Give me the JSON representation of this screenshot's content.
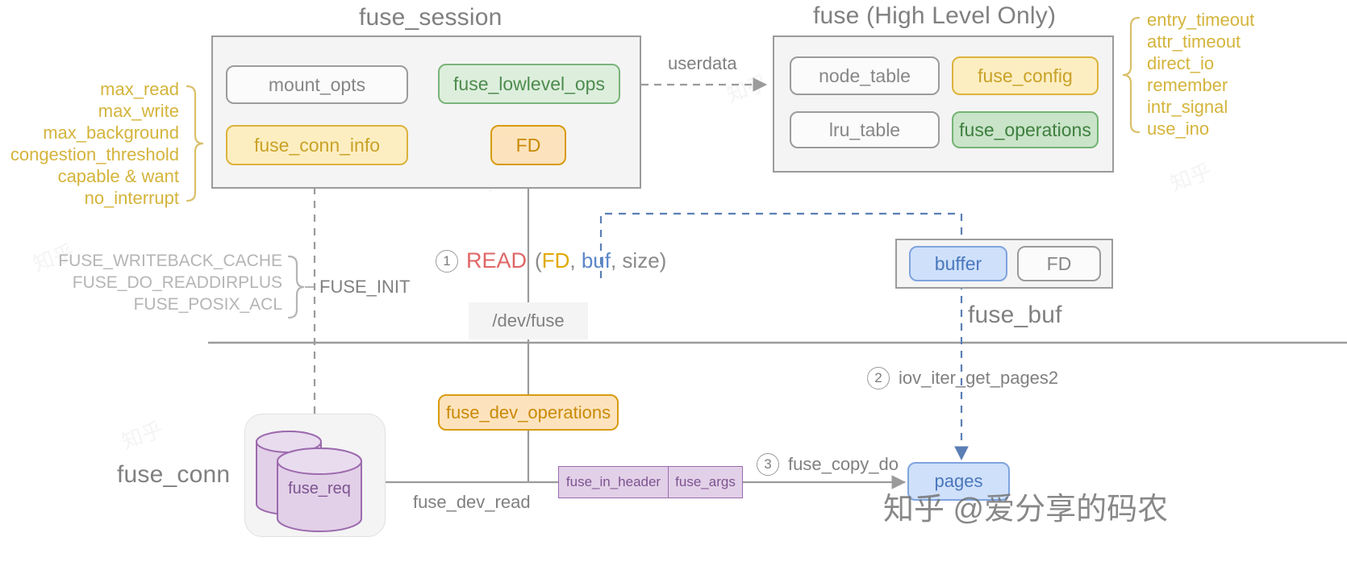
{
  "titles": {
    "fuse_session": "fuse_session",
    "fuse_high_level": "fuse (High Level Only)",
    "fuse_buf": "fuse_buf",
    "fuse_conn": "fuse_conn"
  },
  "fuse_session_nodes": [
    {
      "label": "mount_opts",
      "style": "grey"
    },
    {
      "label": "fuse_lowlevel_ops",
      "style": "green"
    },
    {
      "label": "fuse_conn_info",
      "style": "yellow"
    },
    {
      "label": "FD",
      "style": "orange"
    }
  ],
  "fuse_high_level_nodes": [
    {
      "label": "node_table",
      "style": "grey"
    },
    {
      "label": "fuse_config",
      "style": "yellow"
    },
    {
      "label": "lru_table",
      "style": "grey"
    },
    {
      "label": "fuse_operations",
      "style": "green2"
    }
  ],
  "fuse_buf_nodes": [
    {
      "label": "buffer",
      "style": "blue"
    },
    {
      "label": "FD",
      "style": "grey"
    }
  ],
  "left_annotations": [
    "max_read",
    "max_write",
    "max_background",
    "congestion_threshold",
    "capable & want",
    "no_interrupt"
  ],
  "right_annotations": [
    "entry_timeout",
    "attr_timeout",
    "direct_io",
    "remember",
    "intr_signal",
    "use_ino"
  ],
  "init_flags": [
    "FUSE_WRITEBACK_CACHE",
    "FUSE_DO_READDIRPLUS",
    "FUSE_POSIX_ACL"
  ],
  "edges": {
    "userdata": "userdata",
    "fuse_init": "FUSE_INIT",
    "fuse_dev_read": "fuse_dev_read"
  },
  "steps": [
    {
      "num": "1",
      "label": "READ",
      "args_open": "(",
      "args": [
        {
          "t": "FD",
          "c": "#e0a800"
        },
        {
          "t": ", ",
          "c": "#8a8a8a"
        },
        {
          "t": "buf",
          "c": "#5b86c9"
        },
        {
          "t": ", size)",
          "c": "#8a8a8a"
        }
      ]
    },
    {
      "num": "2",
      "label": "iov_iter_get_pages2"
    },
    {
      "num": "3",
      "label": "fuse_copy_do"
    }
  ],
  "kernel_nodes": {
    "dev_fuse": "/dev/fuse",
    "fuse_dev_operations": "fuse_dev_operations",
    "fuse_req": "fuse_req",
    "fuse_in_header": "fuse_in_header",
    "fuse_args": "fuse_args",
    "pages": "pages"
  },
  "watermark": "知乎 @爱分享的码农",
  "colors": {
    "grey_border": "#9b9b9b",
    "grey_text": "#808080",
    "green": "#4e8b4e",
    "yellow": "#c9a227",
    "orange": "#c98a07",
    "blue": "#4a77bd",
    "purple": "#7d5490",
    "red": "#e06666"
  }
}
